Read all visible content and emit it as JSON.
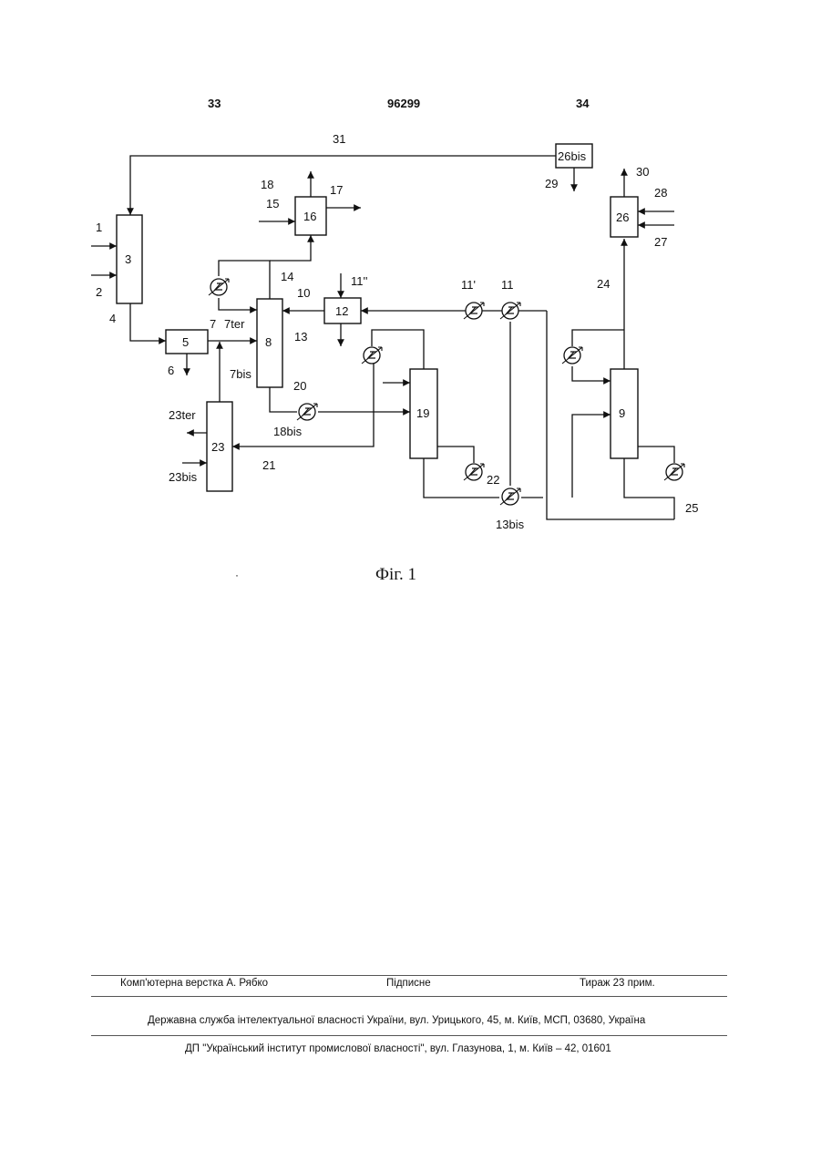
{
  "header": {
    "page_left": "33",
    "patent_number": "96299",
    "page_right": "34"
  },
  "figure": {
    "caption": "Фіг. 1",
    "dot": "·",
    "units": [
      "3",
      "5",
      "8",
      "9",
      "12",
      "16",
      "19",
      "23",
      "26",
      "26bis"
    ],
    "stream_labels": [
      "1",
      "2",
      "4",
      "6",
      "7",
      "7ter",
      "7bis",
      "10",
      "11",
      "11'",
      "11''",
      "13",
      "13bis",
      "14",
      "15",
      "17",
      "18",
      "18bis",
      "20",
      "21",
      "22",
      "23ter",
      "23bis",
      "24",
      "25",
      "27",
      "28",
      "29",
      "30",
      "31"
    ]
  },
  "footer": {
    "layout": "Комп'ютерна верстка А. Рябко",
    "signed": "Підписне",
    "print_run": "Тираж 23 прим.",
    "agency": "Державна служба інтелектуальної власності України, вул. Урицького, 45, м. Київ, МСП, 03680, Україна",
    "institute": "ДП \"Український інститут промислової власності\", вул. Глазунова, 1, м. Київ – 42, 01601"
  }
}
